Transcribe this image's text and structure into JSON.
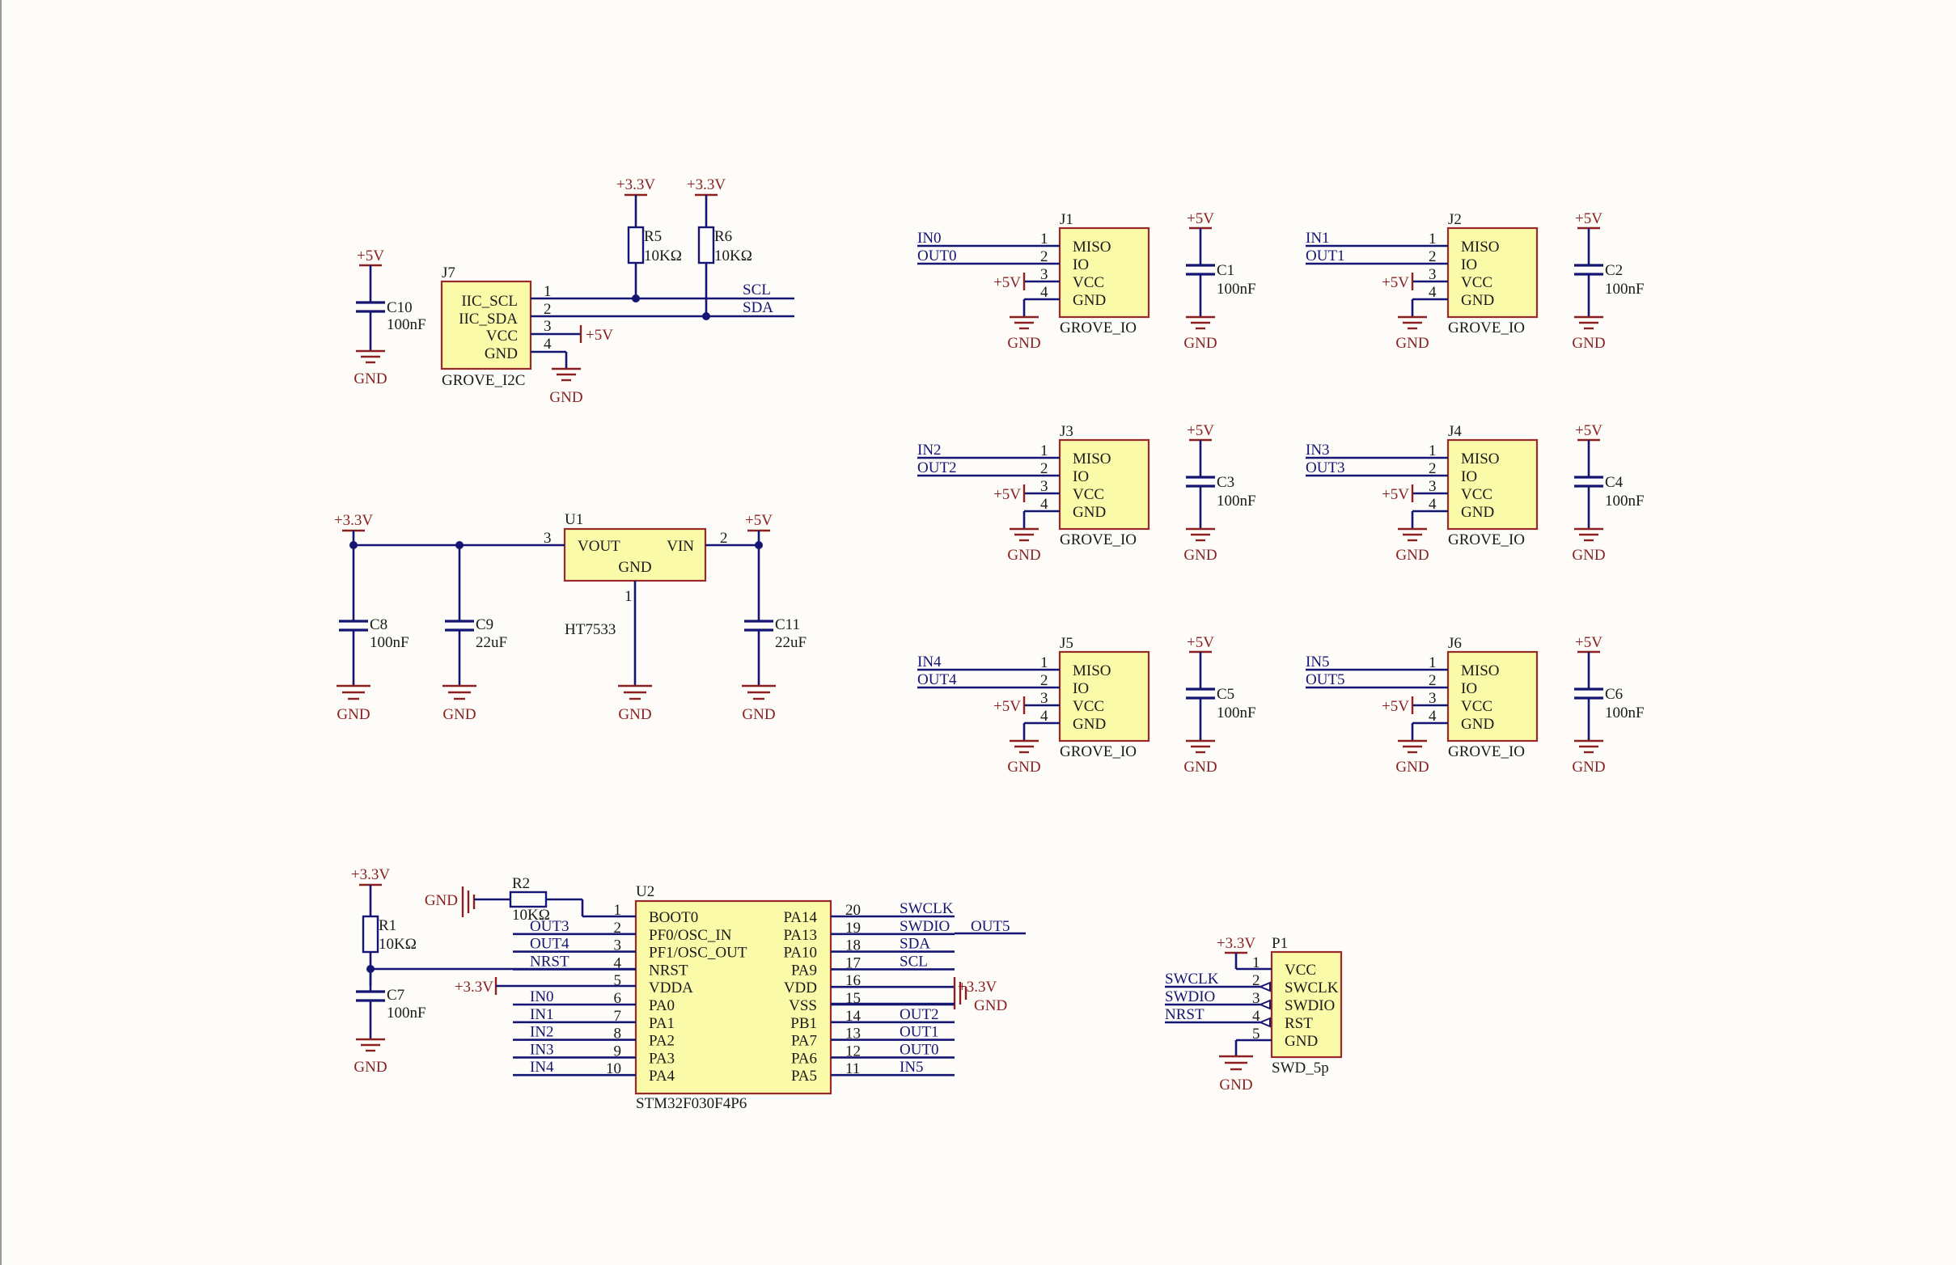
{
  "j7": {
    "ref": "J7",
    "type": "GROVE_I2C",
    "pins": [
      "IIC_SCL",
      "IIC_SDA",
      "VCC",
      "GND"
    ],
    "nums": [
      "1",
      "2",
      "3",
      "4"
    ],
    "net_scl": "SCL",
    "net_sda": "SDA",
    "p5v": "+5V",
    "gnd": "GND"
  },
  "r5": {
    "ref": "R5",
    "val": "10KΩ",
    "rail": "+3.3V"
  },
  "r6": {
    "ref": "R6",
    "val": "10KΩ",
    "rail": "+3.3V"
  },
  "c10": {
    "ref": "C10",
    "val": "100nF",
    "rail": "+5V",
    "gnd": "GND"
  },
  "u1": {
    "ref": "U1",
    "part": "HT7533",
    "vout": "VOUT",
    "vin": "VIN",
    "gndpin": "GND",
    "pin3": "3",
    "pin2": "2",
    "pin1": "1",
    "in_rail": "+3.3V",
    "out_rail": "+5V"
  },
  "c8": {
    "ref": "C8",
    "val": "100nF",
    "gnd": "GND"
  },
  "c9": {
    "ref": "C9",
    "val": "22uF",
    "gnd": "GND"
  },
  "c11": {
    "ref": "C11",
    "val": "22uF",
    "gnd": "GND"
  },
  "u1gnd": "GND",
  "grove": [
    {
      "ref": "J1",
      "in": "IN0",
      "out": "OUT0",
      "cap": "C1"
    },
    {
      "ref": "J2",
      "in": "IN1",
      "out": "OUT1",
      "cap": "C2"
    },
    {
      "ref": "J3",
      "in": "IN2",
      "out": "OUT2",
      "cap": "C3"
    },
    {
      "ref": "J4",
      "in": "IN3",
      "out": "OUT3",
      "cap": "C4"
    },
    {
      "ref": "J5",
      "in": "IN4",
      "out": "OUT4",
      "cap": "C5"
    },
    {
      "ref": "J6",
      "in": "IN5",
      "out": "OUT5",
      "cap": "C6"
    }
  ],
  "grove_common": {
    "pins": [
      "MISO",
      "IO",
      "VCC",
      "GND"
    ],
    "nums": [
      "1",
      "2",
      "3",
      "4"
    ],
    "type": "GROVE_IO",
    "p5v": "+5V",
    "gnd": "GND",
    "capval": "100nF"
  },
  "u2": {
    "ref": "U2",
    "part": "STM32F030F4P6",
    "left": [
      {
        "num": "1",
        "pin": "BOOT0",
        "net": ""
      },
      {
        "num": "2",
        "pin": "PF0/OSC_IN",
        "net": "OUT3"
      },
      {
        "num": "3",
        "pin": "PF1/OSC_OUT",
        "net": "OUT4"
      },
      {
        "num": "4",
        "pin": "NRST",
        "net": "NRST"
      },
      {
        "num": "5",
        "pin": "VDDA",
        "net": ""
      },
      {
        "num": "6",
        "pin": "PA0",
        "net": "IN0"
      },
      {
        "num": "7",
        "pin": "PA1",
        "net": "IN1"
      },
      {
        "num": "8",
        "pin": "PA2",
        "net": "IN2"
      },
      {
        "num": "9",
        "pin": "PA3",
        "net": "IN3"
      },
      {
        "num": "10",
        "pin": "PA4",
        "net": "IN4"
      }
    ],
    "right": [
      {
        "num": "20",
        "pin": "PA14",
        "net": "SWCLK"
      },
      {
        "num": "19",
        "pin": "PA13",
        "net": "SWDIO"
      },
      {
        "num": "18",
        "pin": "PA10",
        "net": "SDA"
      },
      {
        "num": "17",
        "pin": "PA9",
        "net": "SCL"
      },
      {
        "num": "16",
        "pin": "VDD",
        "net": ""
      },
      {
        "num": "15",
        "pin": "VSS",
        "net": ""
      },
      {
        "num": "14",
        "pin": "PB1",
        "net": "OUT2"
      },
      {
        "num": "13",
        "pin": "PA7",
        "net": "OUT1"
      },
      {
        "num": "12",
        "pin": "PA6",
        "net": "OUT0"
      },
      {
        "num": "11",
        "pin": "PA5",
        "net": "IN5"
      }
    ],
    "out5": "OUT5",
    "vdda_rail": "+3.3V",
    "vdd_rail": "+3.3V",
    "vss_gnd": "GND"
  },
  "r1": {
    "ref": "R1",
    "val": "10KΩ",
    "rail": "+3.3V"
  },
  "c7": {
    "ref": "C7",
    "val": "100nF",
    "gnd": "GND"
  },
  "r2": {
    "ref": "R2",
    "val": "10KΩ",
    "gnd": "GND"
  },
  "p1": {
    "ref": "P1",
    "type": "SWD_5p",
    "pins": [
      "VCC",
      "SWCLK",
      "SWDIO",
      "RST",
      "GND"
    ],
    "nums": [
      "1",
      "2",
      "3",
      "4",
      "5"
    ],
    "nets": [
      "",
      "SWCLK",
      "SWDIO",
      "NRST",
      ""
    ],
    "rail": "+3.3V",
    "gnd": "GND"
  }
}
